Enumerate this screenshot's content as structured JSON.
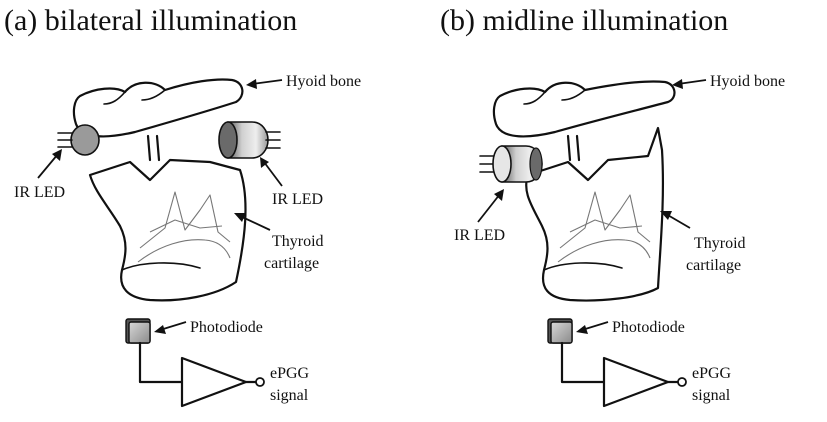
{
  "panels": [
    {
      "title": "(a) bilateral illumination",
      "labels": {
        "hyoid": "Hyoid bone",
        "led_left": "IR LED",
        "led_right": "IR LED",
        "thyroid_1": "Thyroid",
        "thyroid_2": "cartilage",
        "photodiode": "Photodiode",
        "signal_1": "ePGG",
        "signal_2": "signal"
      }
    },
    {
      "title": "(b) midline illumination",
      "labels": {
        "hyoid": "Hyoid bone",
        "led": "IR LED",
        "thyroid_1": "Thyroid",
        "thyroid_2": "cartilage",
        "photodiode": "Photodiode",
        "signal_1": "ePGG",
        "signal_2": "signal"
      }
    }
  ]
}
